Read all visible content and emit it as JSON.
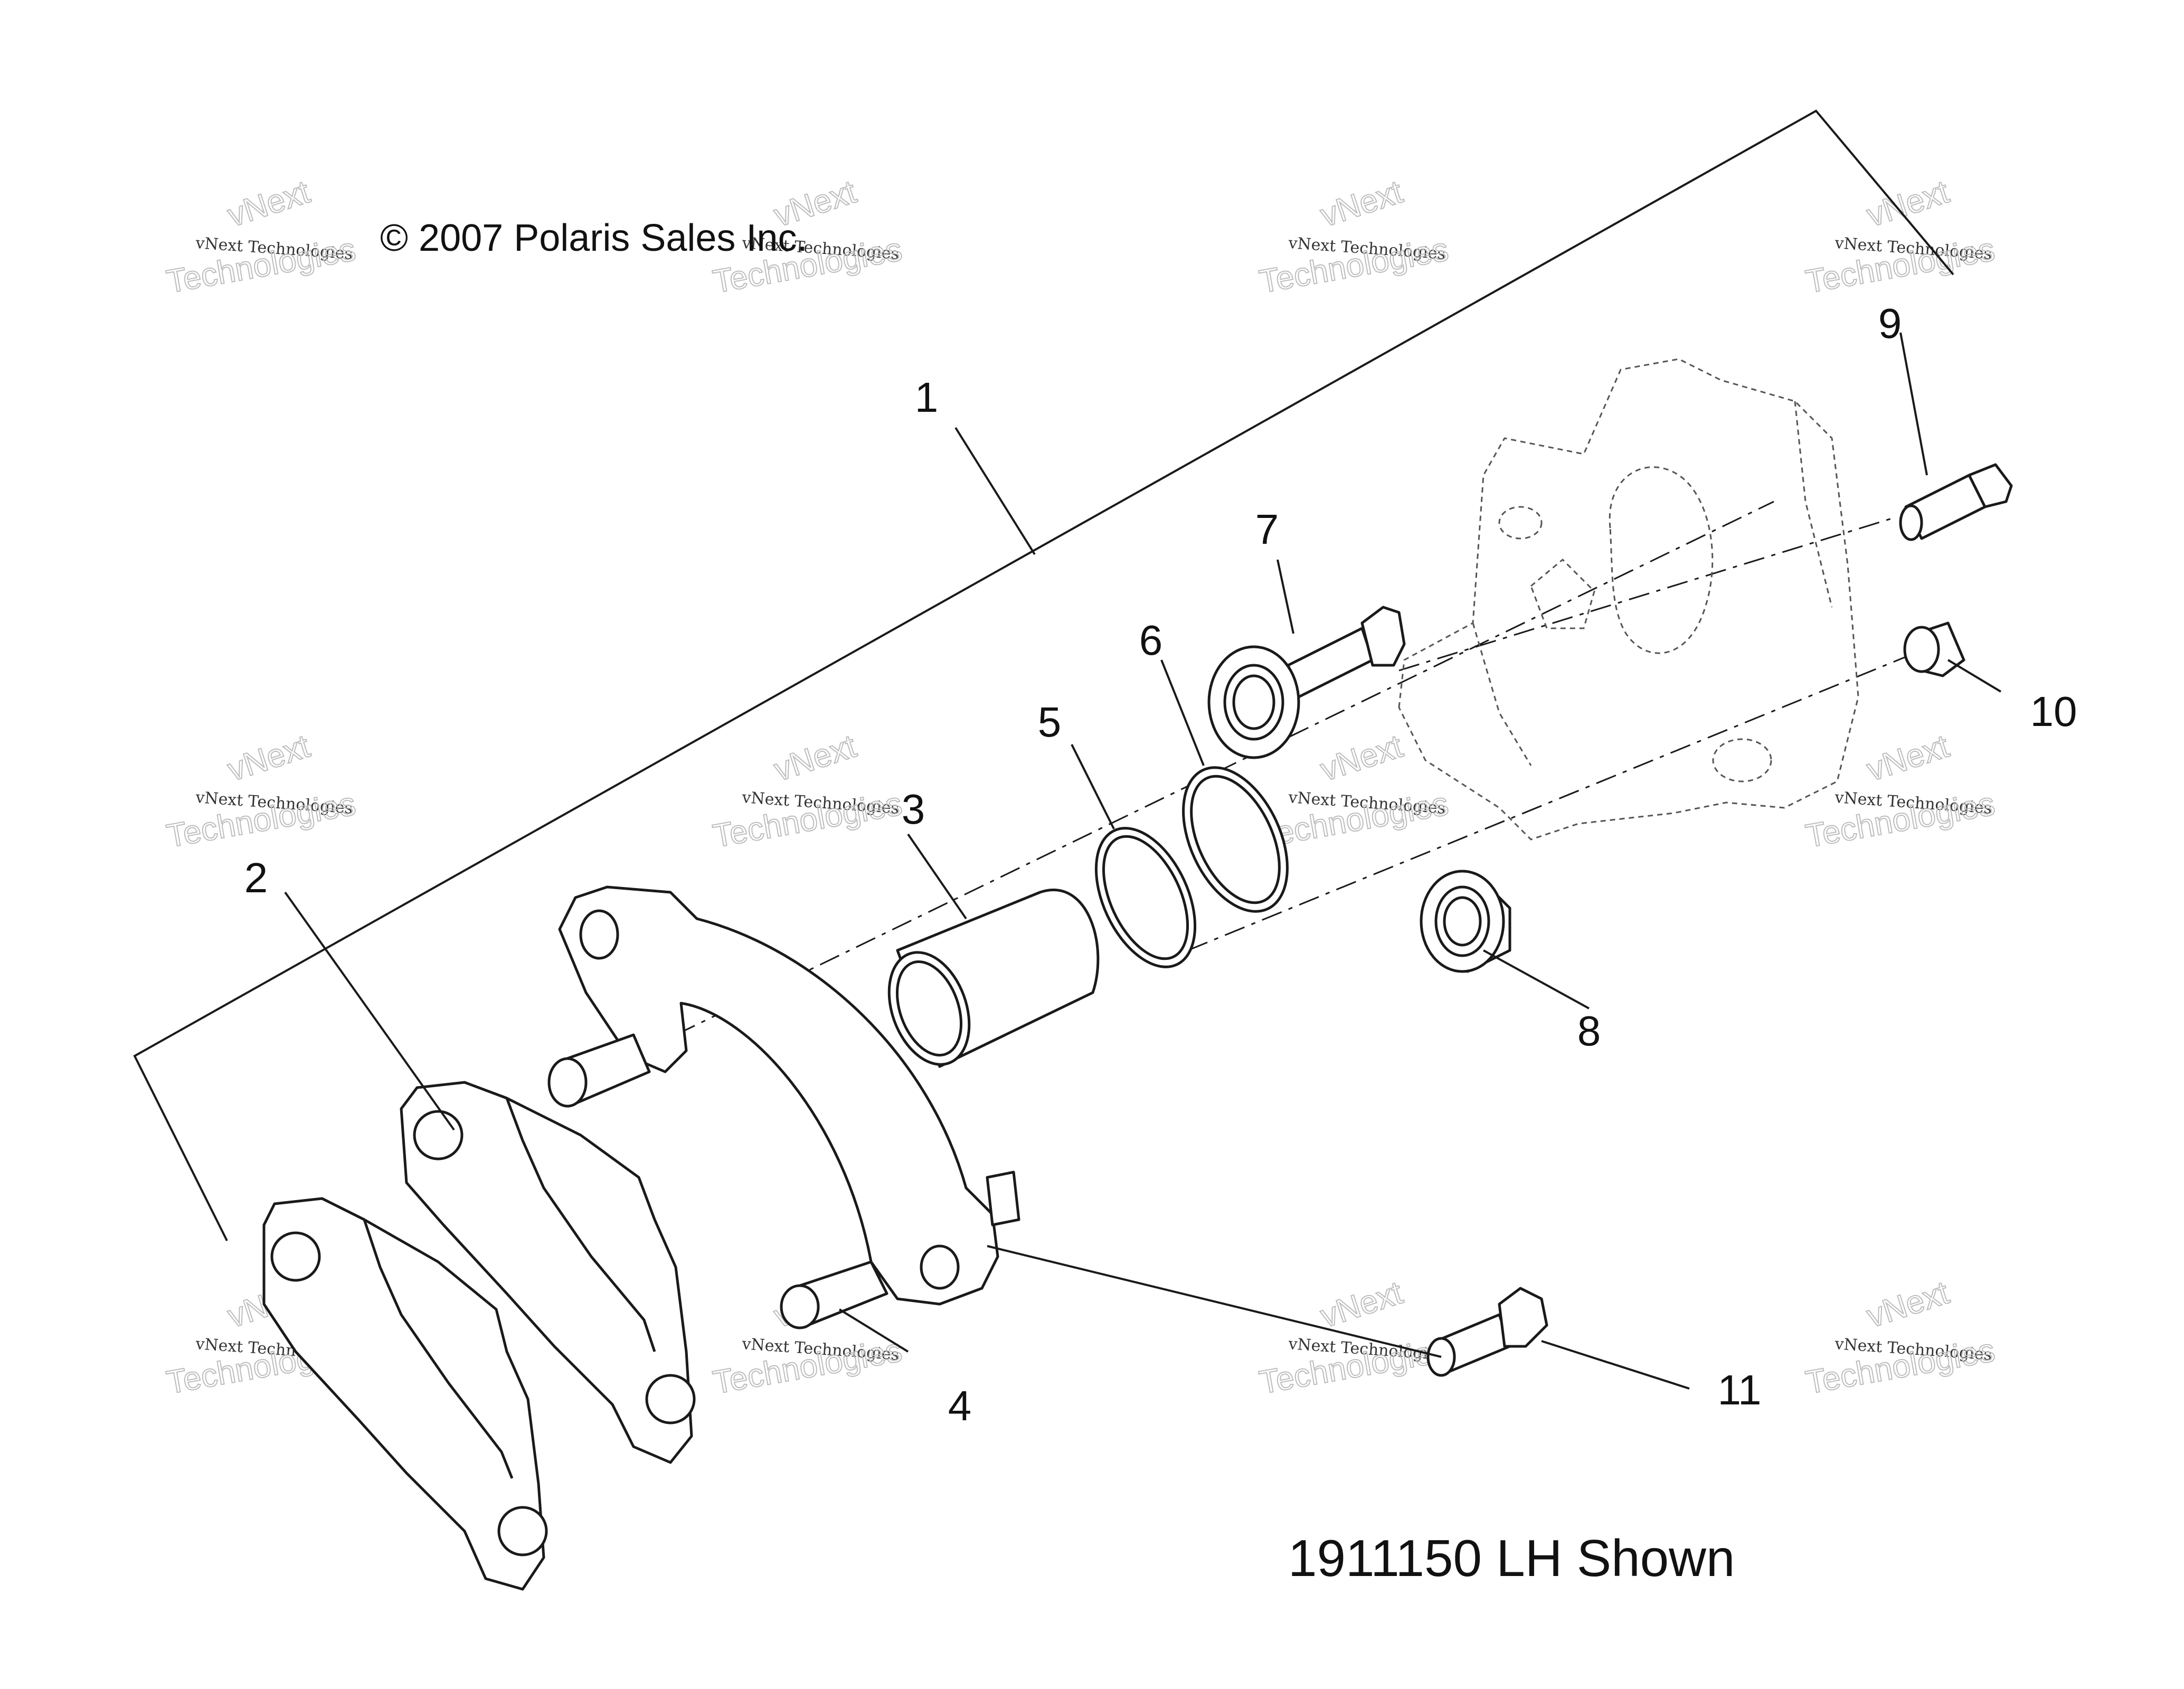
{
  "diagram": {
    "copyright": "© 2007 Polaris Sales Inc.",
    "caption": "1911150 LH Shown",
    "callouts": [
      "1",
      "2",
      "3",
      "4",
      "5",
      "6",
      "7",
      "8",
      "9",
      "10",
      "11"
    ],
    "watermark": {
      "line1": "vNext Technologies",
      "line2": "Technologies",
      "arc": "vNext"
    }
  }
}
